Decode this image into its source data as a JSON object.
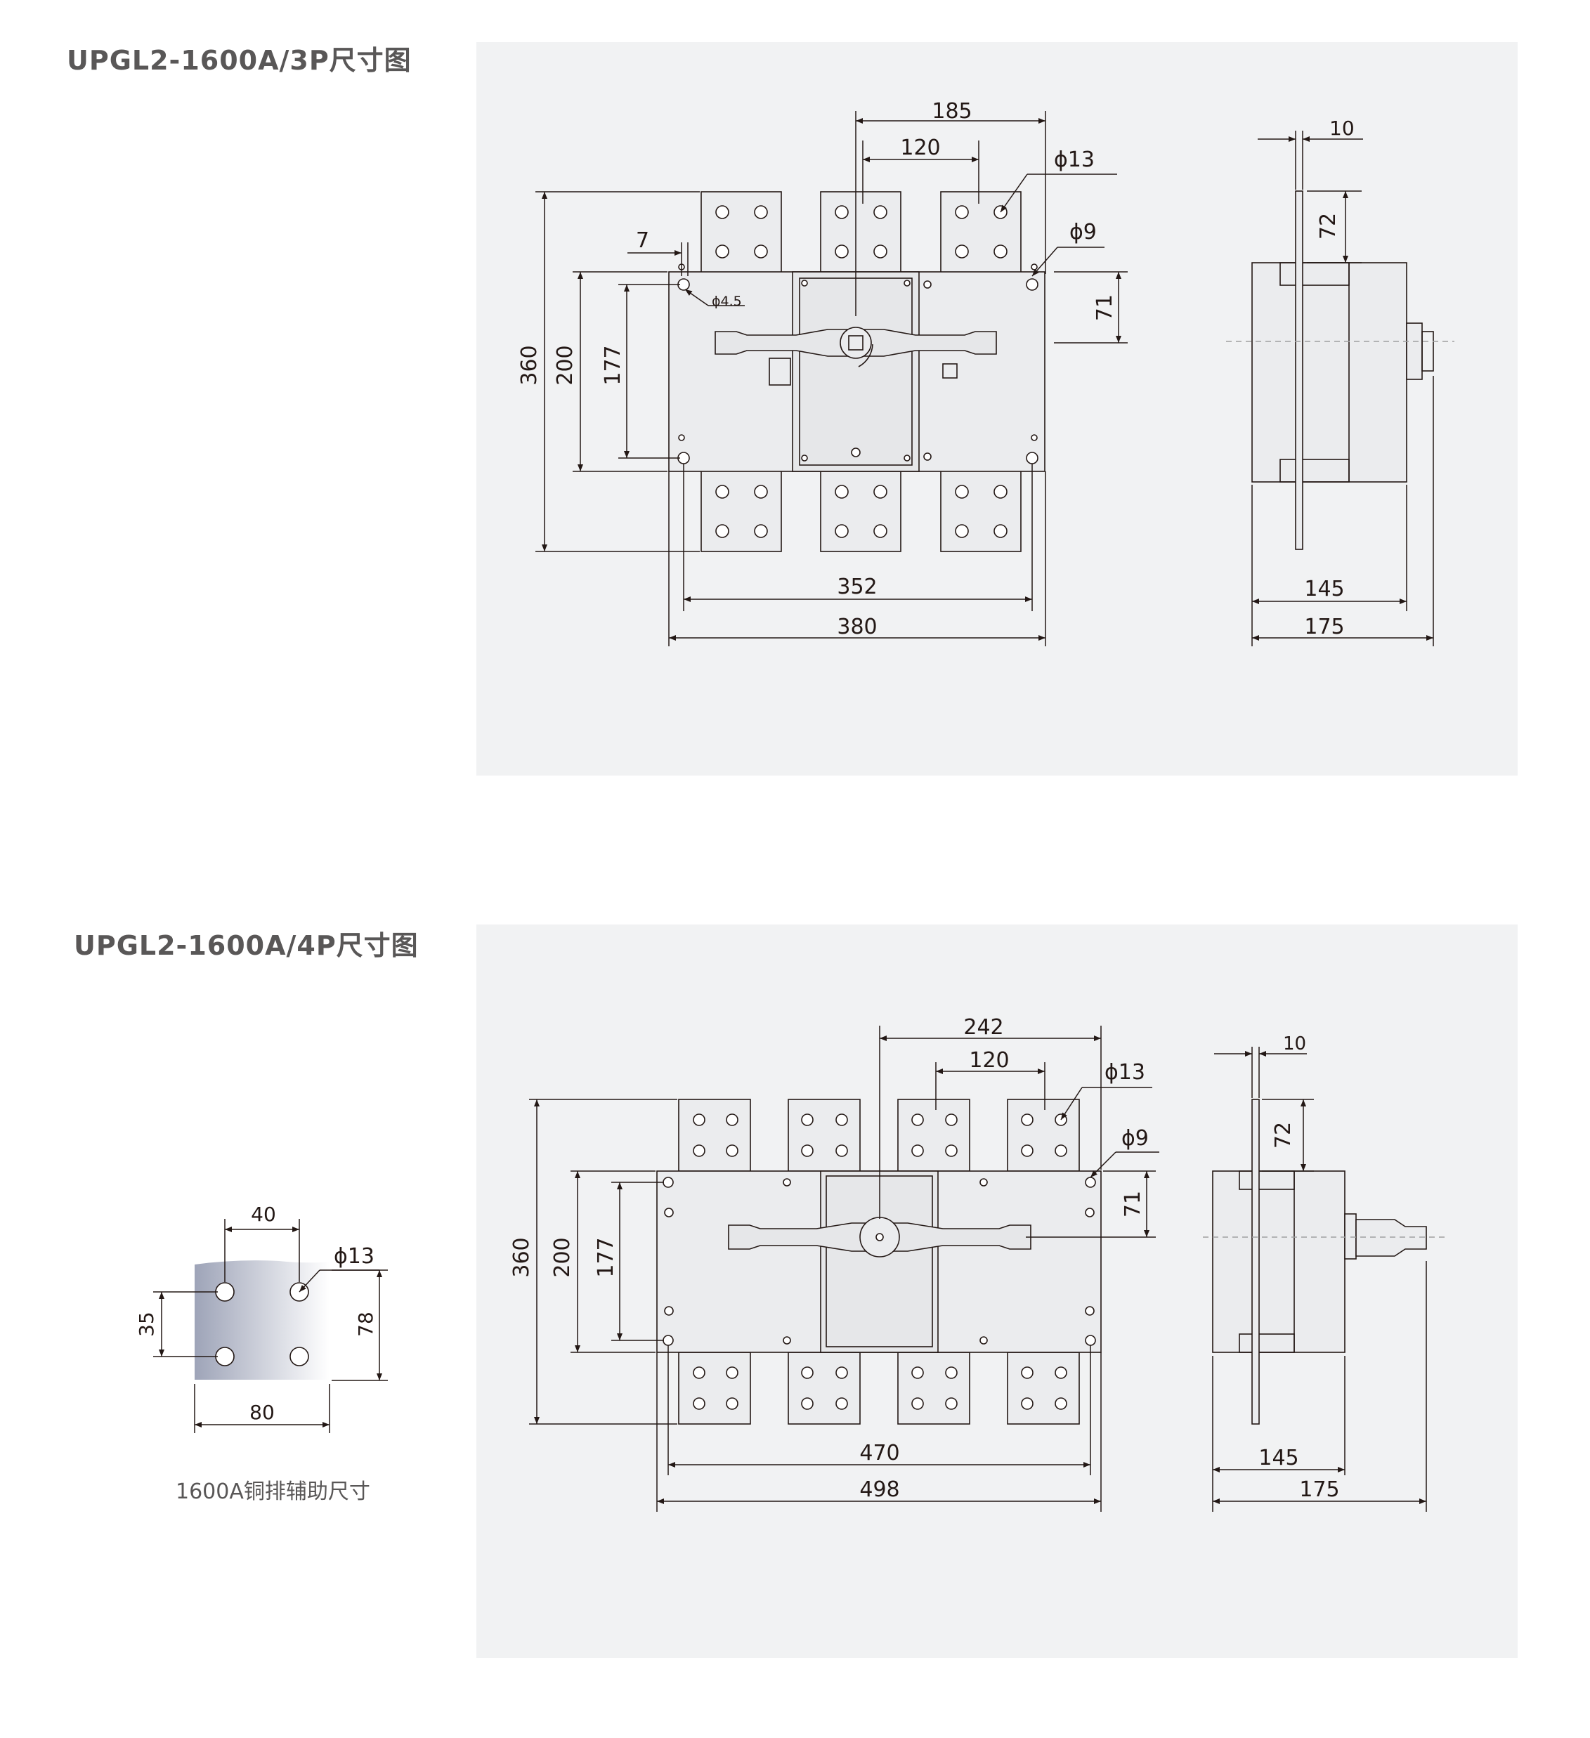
{
  "sections": [
    {
      "title": "UPGL2-1600A/3P尺寸图",
      "front_dims": {
        "top_pitch": "185",
        "pole_pitch": "120",
        "bar_hole": "ϕ13",
        "mount_hole": "ϕ9",
        "small_hole": "ϕ4.5",
        "edge_offset": "7",
        "total_height": "360",
        "body_height": "200",
        "hole_height": "177",
        "handle_offset": "71",
        "hole_width": "352",
        "total_width": "380"
      },
      "side_dims": {
        "bar_thickness": "10",
        "bar_length": "72",
        "body_depth": "145",
        "total_depth": "175"
      }
    },
    {
      "title": "UPGL2-1600A/4P尺寸图",
      "front_dims": {
        "top_pitch": "242",
        "pole_pitch": "120",
        "bar_hole": "ϕ13",
        "mount_hole": "ϕ9",
        "total_height": "360",
        "body_height": "200",
        "hole_height": "177",
        "handle_offset": "71",
        "hole_width": "470",
        "total_width": "498"
      },
      "side_dims": {
        "bar_thickness": "10",
        "bar_length": "72",
        "body_depth": "145",
        "total_depth": "175"
      }
    }
  ],
  "copper_bar": {
    "hole_pitch_x": "40",
    "hole_diameter": "ϕ13",
    "hole_pitch_y": "35",
    "height": "78",
    "width": "80",
    "caption": "1600A铜排辅助尺寸"
  }
}
